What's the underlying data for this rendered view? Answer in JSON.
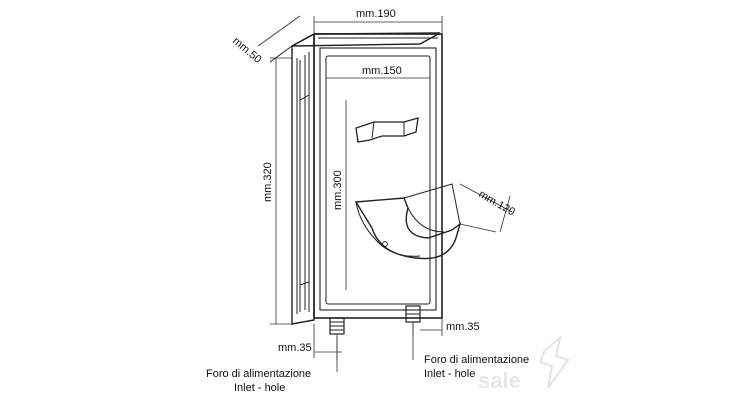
{
  "dimensions": {
    "width": "mm.190",
    "depth": "mm.50",
    "inner_width": "mm.150",
    "height": "mm.320",
    "inner_height": "mm.300",
    "holder_depth": "mm.120",
    "left_offset": "mm.35",
    "right_offset": "mm.35"
  },
  "labels": {
    "left_hole_line1": "Foro di alimentazione",
    "left_hole_line2": "Inlet - hole",
    "right_hole_line1": "Foro di alimentazione",
    "right_hole_line2": "Inlet - hole"
  },
  "watermark": {
    "text": "sale"
  },
  "colors": {
    "line": "#222222",
    "body": "#ffffff",
    "watermark": "#dddddd"
  }
}
